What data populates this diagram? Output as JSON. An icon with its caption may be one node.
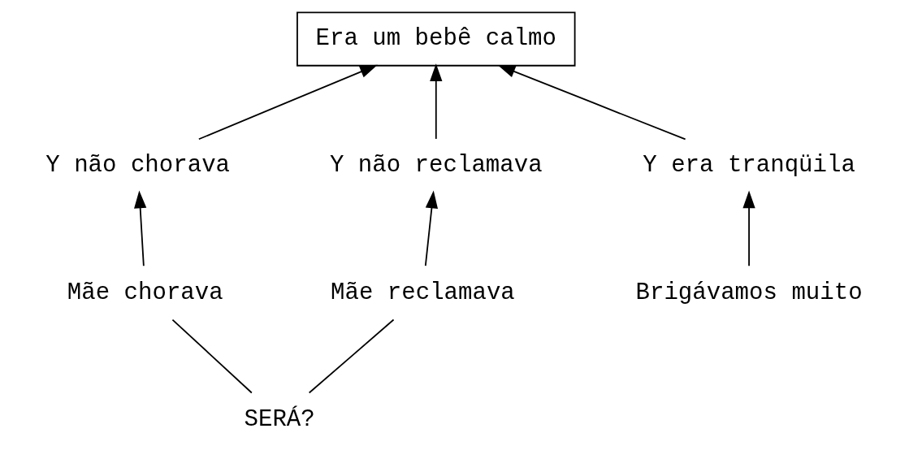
{
  "diagram": {
    "nodes": [
      {
        "text": [
          "Era um bebê calmo"
        ]
      },
      {
        "text": [
          "Y não chorava"
        ]
      },
      {
        "text": [
          "Y era tranqüila"
        ]
      },
      {
        "text": [
          "Y não reclamava"
        ]
      },
      {
        "text": [
          "Mãe chorava"
        ]
      },
      {
        "text": [
          "Brigávamos muito"
        ]
      },
      {
        "text": [
          "Mãe reclamava"
        ]
      },
      {
        "text": [
          "SERÁ?"
        ]
      }
    ],
    "edges": [
      {
        "from": 1,
        "to": 0,
        "arrow": "to"
      },
      {
        "from": 2,
        "to": 0,
        "arrow": "to"
      },
      {
        "from": 3,
        "to": 0,
        "arrow": "to"
      },
      {
        "from": 4,
        "to": 1,
        "arrow": "to"
      },
      {
        "from": 5,
        "to": 2,
        "arrow": "to"
      },
      {
        "from": 6,
        "to": 3,
        "arrow": "to"
      },
      {
        "from": 7,
        "to": 4,
        "arrow": "none"
      },
      {
        "from": 7,
        "to": 6,
        "arrow": "none"
      }
    ]
  }
}
